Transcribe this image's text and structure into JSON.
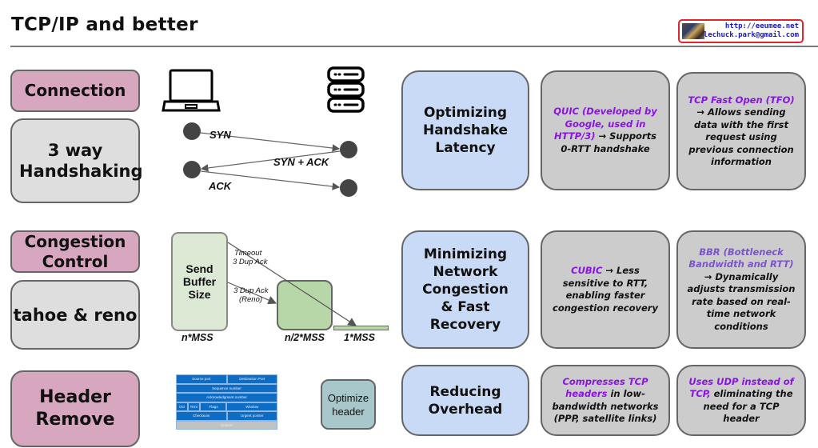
{
  "header": {
    "title": "TCP/IP and better",
    "badge": {
      "url": "http://eeumee.net",
      "email": "lechuck.park@gmail.com"
    }
  },
  "rows": [
    {
      "category": "Connection",
      "subject": "3 way Handshaking",
      "diagram": {
        "client_icon": "laptop-icon",
        "server_icon": "server-icon",
        "messages": [
          "SYN",
          "SYN + ACK",
          "ACK"
        ]
      },
      "goal": "Optimizing Handshake Latency",
      "techniques": [
        {
          "highlight": "QUIC (Developed by Google, used in HTTP/3)",
          "text": "→ Supports 0-RTT handshake"
        },
        {
          "highlight": "TCP Fast Open (TFO)",
          "text": "→ Allows sending data with the first request using previous connection information"
        }
      ]
    },
    {
      "category": "Congestion Control",
      "subject": "tahoe & reno",
      "diagram": {
        "buffer_label": "Send Buffer Size",
        "sizes": [
          "n*MSS",
          "n/2*MSS",
          "1*MSS"
        ],
        "arrow_timeout": "Timeout 3 Dup Ack",
        "arrow_timeout_l1": "Timeout",
        "arrow_timeout_l2": "3 Dup Ack",
        "arrow_reno_l1": "3 Dup Ack",
        "arrow_reno_l2": "(Reno)"
      },
      "goal": "Minimizing Network Congestion & Fast Recovery",
      "techniques": [
        {
          "highlight": "CUBIC",
          "text": "→ Less sensitive to RTT, enabling faster congestion recovery"
        },
        {
          "highlight": "BBR (Bottleneck Bandwidth and RTT)",
          "text": "→ Dynamically adjusts transmission rate based on real-time network conditions"
        }
      ]
    },
    {
      "category": "Header Remove",
      "diagram": {
        "tcp_header": {
          "rows": [
            [
              "Source port",
              "Destination Port"
            ],
            [
              "Sequence number"
            ],
            [
              "Acknowledgment number"
            ],
            [
              "DO",
              "RSV",
              "Flags",
              "Window"
            ],
            [
              "Checksum",
              "Urgent pointer"
            ],
            [
              "Options"
            ]
          ]
        },
        "optimize_label": "Optimize header"
      },
      "goal": "Reducing Overhead",
      "techniques": [
        {
          "highlight": "Compresses TCP headers",
          "text": "in low-bandwidth networks (PPP, satellite links)"
        },
        {
          "highlight": "Uses UDP instead of TCP,",
          "text": "eliminating the need for a TCP header"
        }
      ]
    }
  ]
}
